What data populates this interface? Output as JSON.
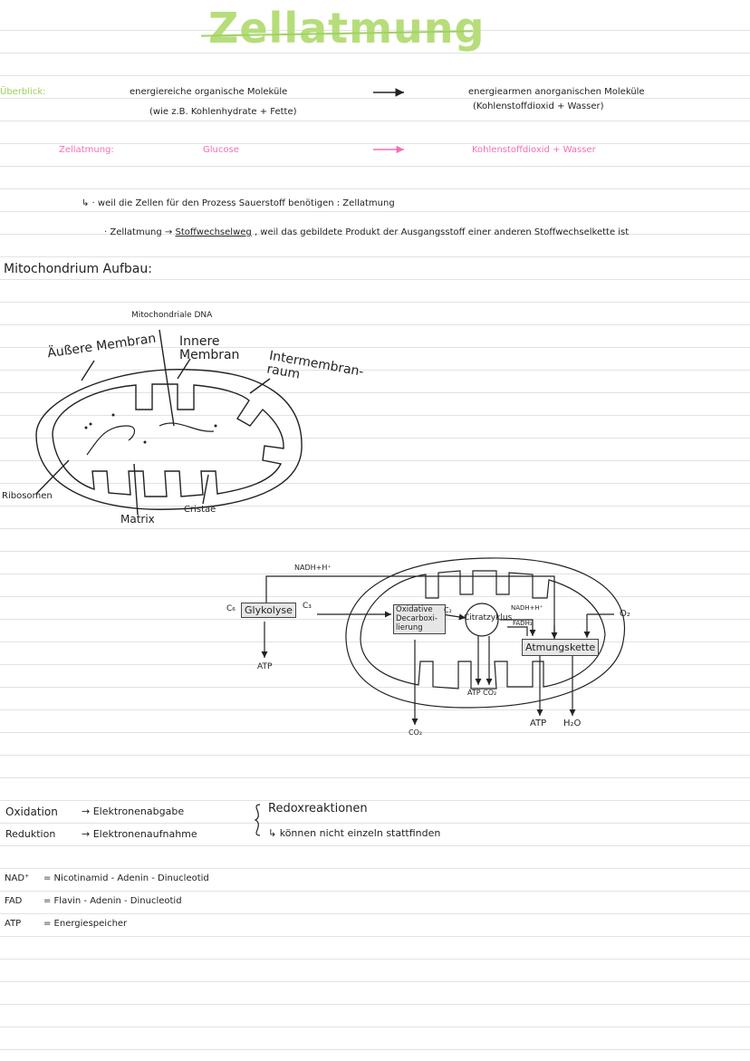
{
  "title": "Zellatmung",
  "overview": {
    "label": "Überblick:",
    "left_line1": "energiereiche organische Moleküle",
    "left_line2": "(wie z.B. Kohlenhydrate + Fette)",
    "right_line1": "energiearmen anorganischen Moleküle",
    "right_line2": "(Kohlenstoffdioxid + Wasser)"
  },
  "zellatmung_row": {
    "label": "Zellatmung:",
    "input": "Glucose",
    "output": "Kohlenstoffdioxid + Wasser"
  },
  "notes": {
    "note1": "↳ · weil die Zellen für den Prozess Sauerstoff benötigen : Zellatmung",
    "note2_prefix": "· Zellatmung →",
    "note2_underlined": "Stoffwechselweg",
    "note2_suffix": ", weil das gebildete Produkt der Ausgangsstoff einer anderen Stoffwechselkette ist"
  },
  "section_title": "Mitochondrium Aufbau:",
  "diagram1_labels": {
    "mito_dna": "Mitochondriale DNA",
    "outer_membrane": "Äußere Membran",
    "inner_membrane": "Innere Membran",
    "intermembrane": "Intermembran- raum",
    "ribosomes": "Ribosomen",
    "matrix": "Matrix",
    "cristae": "Cristae"
  },
  "diagram2_labels": {
    "nadh_top": "NADH+H⁺",
    "c6": "C₆",
    "glykolyse": "Glykolyse",
    "c3": "C₃",
    "atp_left": "ATP",
    "ox_decarb": "Oxidative Decarboxi- lierung",
    "c2": "C₂",
    "citrat": "Citratzyklus",
    "nadh_right": "NADH+H⁺",
    "fadh2": "FADH₂",
    "o2": "O₂",
    "atmungskette": "Atmungskette",
    "atp_co2": "ATP CO₂",
    "co2_bottom": "CO₂",
    "atp_right": "ATP",
    "h2o": "H₂O"
  },
  "redox": {
    "oxidation": "Oxidation",
    "oxidation_def": "→ Elektronenabgabe",
    "reduktion": "Reduktion",
    "reduktion_def": "→ Elektronenaufnahme",
    "redox_label": "Redoxreaktionen",
    "redox_note": "↳ können nicht einzeln stattfinden"
  },
  "glossary": [
    {
      "abbr": "NAD⁺",
      "def": "= Nicotinamid - Adenin - Dinucleotid"
    },
    {
      "abbr": "FAD",
      "def": "= Flavin - Adenin - Dinucleotid"
    },
    {
      "abbr": "ATP",
      "def": "= Energiespeicher"
    }
  ],
  "colors": {
    "title_green": "#b6dd7a",
    "label_green": "#9ccf56",
    "pink": "#f26fb4",
    "ink": "#222222",
    "ruled_line": "#e2e2e2"
  }
}
